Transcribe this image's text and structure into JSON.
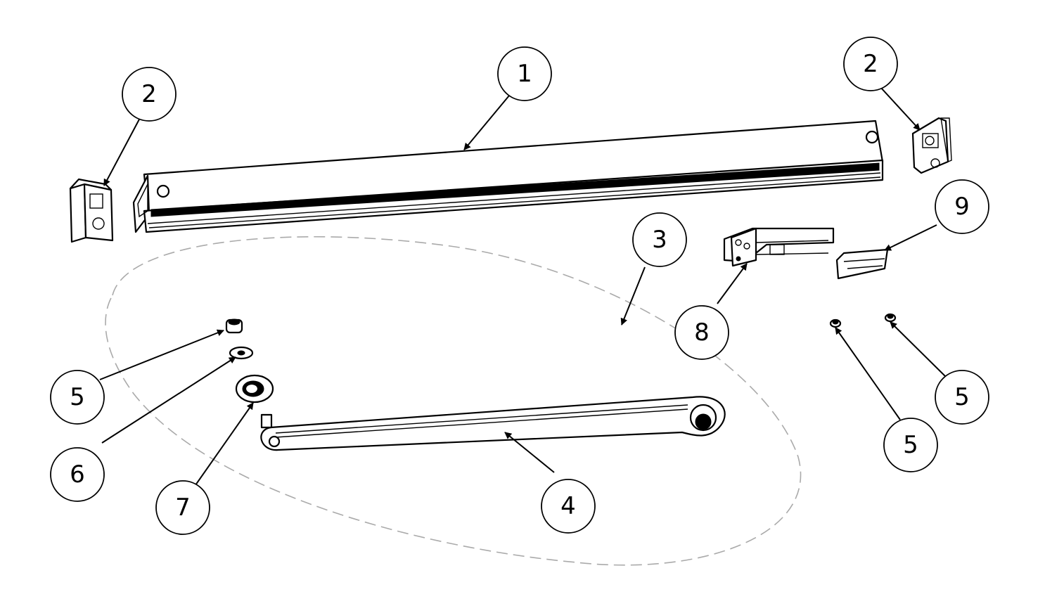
{
  "callouts": {
    "c1": "1",
    "c2_left": "2",
    "c2_right": "2",
    "c3": "3",
    "c4": "4",
    "c5_left": "5",
    "c5_mid": "5",
    "c5_right": "5",
    "c6": "6",
    "c7": "7",
    "c8": "8",
    "c9": "9"
  },
  "colors": {
    "line": "#000000",
    "group_outline": "#aaaaaa",
    "background": "#ffffff"
  }
}
